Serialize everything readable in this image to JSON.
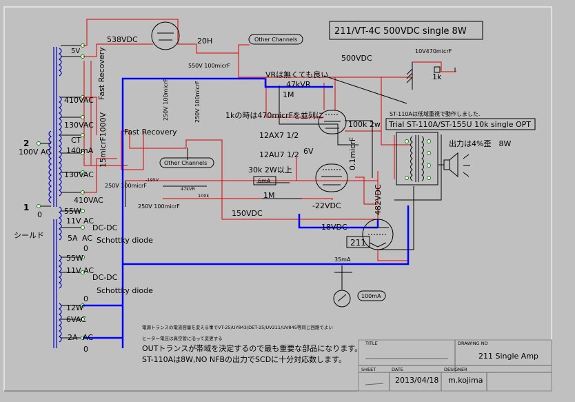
{
  "diagram": {
    "title": "211/VT-4C 500VDC single 8W",
    "labels": {
      "v5": "5V",
      "b538": "538VDC",
      "choke": "20H",
      "cap550": "550V 100micrF",
      "other1": "Other Channels",
      "other2": "Other Channels",
      "b500": "500VDC",
      "heater_cap": "10V470micrF",
      "r1k": "1k",
      "fast1": "Fast Recovery",
      "fast2": "Fast Recovery",
      "vr_note": "VRは無くても良い",
      "vr47k": "47kVR",
      "r1m_top": "1M",
      "note1k": "1kの時は470micrFを並列に",
      "st_note": "ST-110Aは低域重視で動作しました.",
      "opt": "Trial ST-110A/ST-155U 10k single OPT",
      "out_note": "出力は4%歪　8W",
      "ac410a": "410VAC",
      "ac130a": "130VAC",
      "ct": "CT",
      "ma140": "140mA",
      "ac130b": "130VAC",
      "ac410b": "410VAC",
      "cap15": "15micrF1000V",
      "cap250a": "250V 100micrF",
      "cap250b": "250V 100micrF",
      "n2": "2",
      "ac100": "100V  AC",
      "n1": "1",
      "n0": "0",
      "tube12ax7": "12AX7 1/2",
      "tube12au7": "12AU7 1/2",
      "v6": "6V",
      "r100k": "100k 2w",
      "cap01": "0.1micrF",
      "r30k": "30k 2W以上",
      "ma6": "6mA",
      "v195": "-195V",
      "cap250c": "250V 100micrF",
      "vr47k2": "47kVR",
      "r100k2": "100k",
      "cap250d": "250V 100micrF",
      "r1m": "1M",
      "v22": "-22VDC",
      "b482": "482VDC",
      "b150": "150VDC",
      "v18": "-18VDC",
      "tube211": "211",
      "w55a": "55W",
      "v11a": "11V AC",
      "dcdc1": "DC-DC",
      "a5": "5A",
      "ac_a": "AC",
      "schottky1": "Schottky diode",
      "zero_a": "0",
      "shield": "シールド",
      "w55b": "55W",
      "v11b": "11V AC",
      "dcdc2": "DC-DC",
      "schottky2": "Schottky diode",
      "zero_b": "0",
      "w12": "12W",
      "v6ac": "6VAC",
      "a2": "2A",
      "ac_b": "AC",
      "zero_c": "0",
      "ma35": "35mA",
      "ma100": "100mA",
      "note_jp1": "電源トランスの電流容量を変える事でVT-25/UY843/DET-25/UV211/UV845等同じ回路でよい",
      "note_jp2": "ヒーター電圧は真空管に沿って変更する",
      "note_jp3": "OUTトランスが帯域を決定するので最も重要な部品になります。",
      "note_jp4": "ST-110Aは8W,NO NFBの出力でSCDに十分対応数します。",
      "tb_title_label": "TITLE",
      "tb_drawing_label": "DRAWING NO",
      "tb_sheet_label": "SHEET",
      "tb_date_label": "DATE",
      "tb_designer_label": "DESIGNER",
      "tb_title": "211 Single Amp",
      "tb_date": "2013/04/18",
      "tb_designer": "m.kojima"
    }
  }
}
